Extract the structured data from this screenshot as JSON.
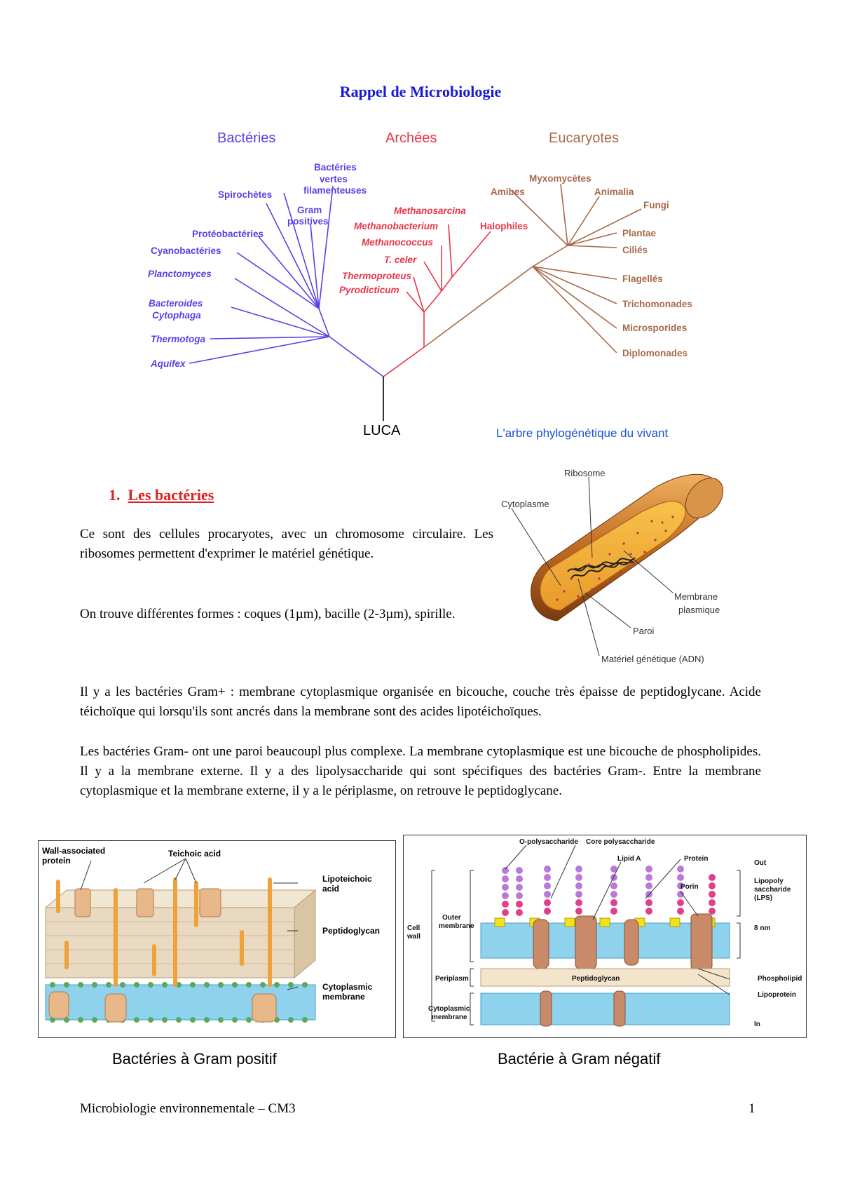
{
  "title": "Rappel de Microbiologie",
  "tree": {
    "domains": {
      "bacteria": "Bactéries",
      "archaea": "Archées",
      "eukaryotes": "Eucaryotes"
    },
    "bacteria_leaves": [
      "Bactéries",
      "vertes",
      "filamenteuses",
      "Spirochètes",
      "Gram",
      "positives",
      "Protéobactéries",
      "Cyanobactéries",
      "Planctomyces",
      "Bacteroides",
      "Cytophaga",
      "Thermotoga",
      "Aquifex"
    ],
    "archaea_leaves": [
      "Methanosarcina",
      "Methanobacterium",
      "Halophiles",
      "Methanococcus",
      "T. celer",
      "Thermoproteus",
      "Pyrodicticum"
    ],
    "eukaryote_leaves": [
      "Myxomycètes",
      "Amibes",
      "Animalia",
      "Fungi",
      "Plantae",
      "Ciliés",
      "Flagellés",
      "Trichomonades",
      "Microsporides",
      "Diplomonades"
    ],
    "root": "LUCA",
    "caption": "L'arbre phylogénétique du vivant",
    "colors": {
      "bacteria": "#5b3fe6",
      "archaea": "#e8354c",
      "eukaryotes": "#a9684a",
      "root": "#000000"
    }
  },
  "section1": {
    "number": "1.",
    "title": "Les bactéries",
    "para1": "Ce sont des cellules procaryotes, avec un chromosome circulaire. Les ribosomes permettent d'exprimer le matériel génétique.",
    "para2": "On trouve différentes formes : coques (1µm), bacille (2-3µm), spirille.",
    "para3": "Il y a les bactéries Gram+ : membrane cytoplasmique organisée en bicouche, couche très épaisse de peptidoglycane. Acide téichoïque qui lorsqu'ils sont ancrés dans la membrane sont des acides lipotéichoïques.",
    "para4": "Les bactéries Gram- ont une paroi beaucoupl plus complexe. La membrane cytoplasmique est une bicouche de phospholipides. Il y a la membrane externe. Il y a des lipolysaccharide qui sont spécifiques des bactéries Gram-. Entre la membrane cytoplasmique et la membrane externe, il y a le périplasme, on retrouve le peptidoglycane."
  },
  "cell_figure": {
    "labels": {
      "ribosome": "Ribosome",
      "cytoplasm": "Cytoplasme",
      "membrane_1": "Membrane",
      "membrane_2": "plasmique",
      "wall": "Paroi",
      "dna": "Matériel génétique (ADN)"
    }
  },
  "gram_pos_figure": {
    "labels": {
      "wall_protein_1": "Wall-associated",
      "wall_protein_2": "protein",
      "teichoic": "Teichoic acid",
      "lipoteichoic_1": "Lipoteichoic",
      "lipoteichoic_2": "acid",
      "peptidoglycan": "Peptidoglycan",
      "cyto_1": "Cytoplasmic",
      "cyto_2": "membrane"
    },
    "caption": "Bactéries à Gram positif"
  },
  "gram_neg_figure": {
    "labels": {
      "o_poly": "O-polysaccharide",
      "core_poly": "Core polysaccharide",
      "lipid_a": "Lipid A",
      "protein": "Protein",
      "porin": "Porin",
      "out": "Out",
      "lps_1": "Lipopoly",
      "lps_2": "saccharide",
      "lps_3": "(LPS)",
      "nm": "8 nm",
      "outer_1": "Outer",
      "outer_2": "membrane",
      "cell_1": "Cell",
      "cell_2": "wall",
      "periplasm": "Periplasm",
      "peptidoglycan": "Peptidoglycan",
      "phospholipid": "Phospholipid",
      "lipoprotein": "Lipoprotein",
      "cyto_1": "Cytoplasmic",
      "cyto_2": "membrane",
      "in": "In"
    },
    "caption": "Bactérie à Gram négatif"
  },
  "footer": {
    "left": "Microbiologie environnementale – CM3",
    "page": "1"
  }
}
